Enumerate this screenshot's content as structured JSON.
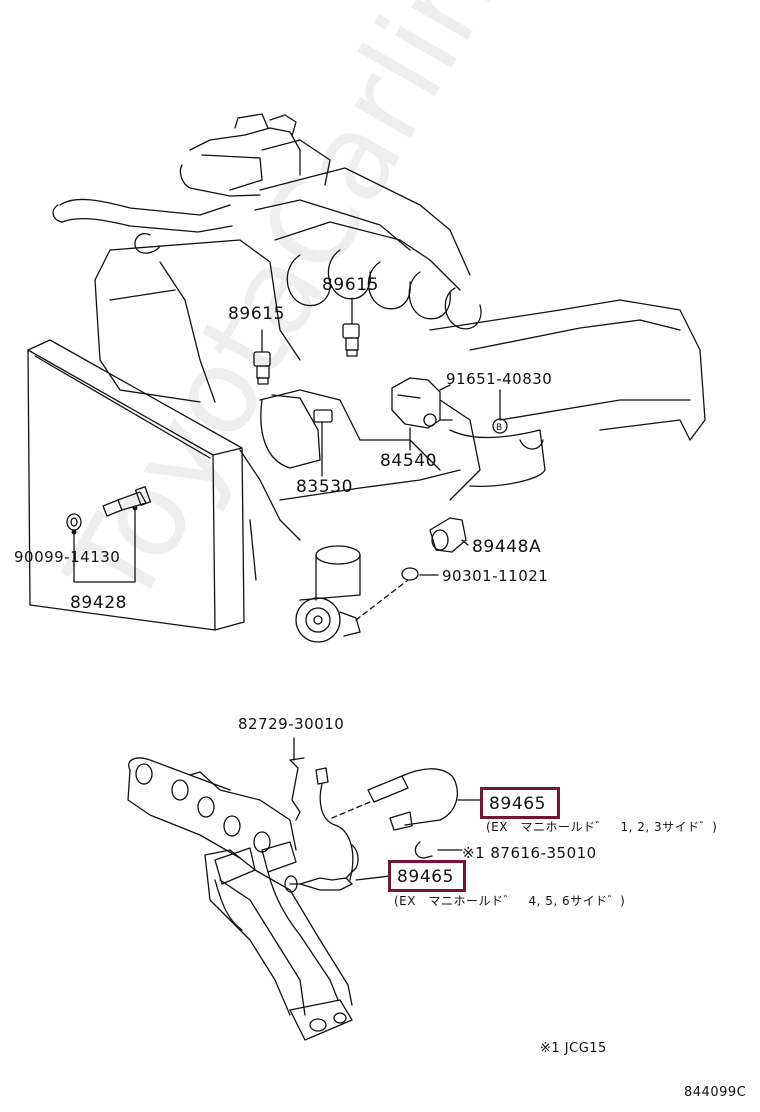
{
  "watermark": "ToyotaCarline.ru",
  "parts": {
    "p89615_a": "89615",
    "p89615_b": "89615",
    "p91651": "91651-40830",
    "circle_b": "B",
    "p84540": "84540",
    "p83530": "83530",
    "p90099": "90099-14130",
    "p89428": "89428",
    "p89448a": "89448A",
    "p90301": "90301-11021",
    "p82729": "82729-30010",
    "p89465_upper": "89465",
    "p89465_upper_note": "(EX　マニホールド゛　1, 2, 3サイド゛)",
    "p87616": "※1 87616-35010",
    "p89465_lower": "89465",
    "p89465_lower_note": "(EX　マニホールド゛　4, 5, 6サイド゛)"
  },
  "footnote": "※1  JCG15",
  "diagram_id": "844099C",
  "colors": {
    "highlight": "#7a1330",
    "line": "#111111",
    "watermark": "#787878"
  }
}
